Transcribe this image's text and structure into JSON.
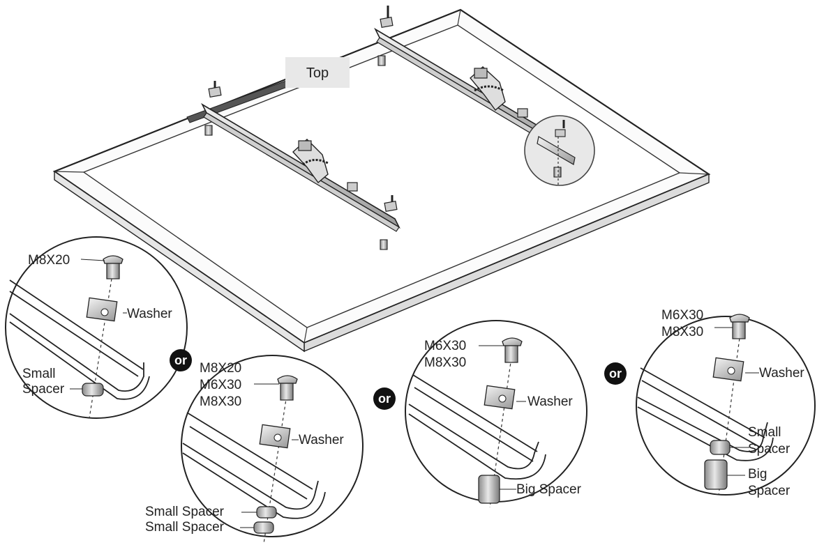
{
  "top_label": "Top",
  "or_label": "or",
  "detail_1": {
    "screw": "M8X20",
    "washer": "Washer",
    "spacer_line1": "Small",
    "spacer_line2": "Spacer"
  },
  "detail_2": {
    "screw_1": "M8X20",
    "screw_2": "M6X30",
    "screw_3": "M8X30",
    "washer": "Washer",
    "spacer_1": "Small Spacer",
    "spacer_2": "Small Spacer"
  },
  "detail_3": {
    "screw_1": "M6X30",
    "screw_2": "M8X30",
    "washer": "Washer",
    "spacer": "Big Spacer"
  },
  "detail_4": {
    "screw_1": "M6X30",
    "screw_2": "M8X30",
    "washer": "Washer",
    "small_spacer_line1": "Small",
    "small_spacer_line2": "Spacer",
    "big_spacer_line1": "Big",
    "big_spacer_line2": "Spacer"
  }
}
